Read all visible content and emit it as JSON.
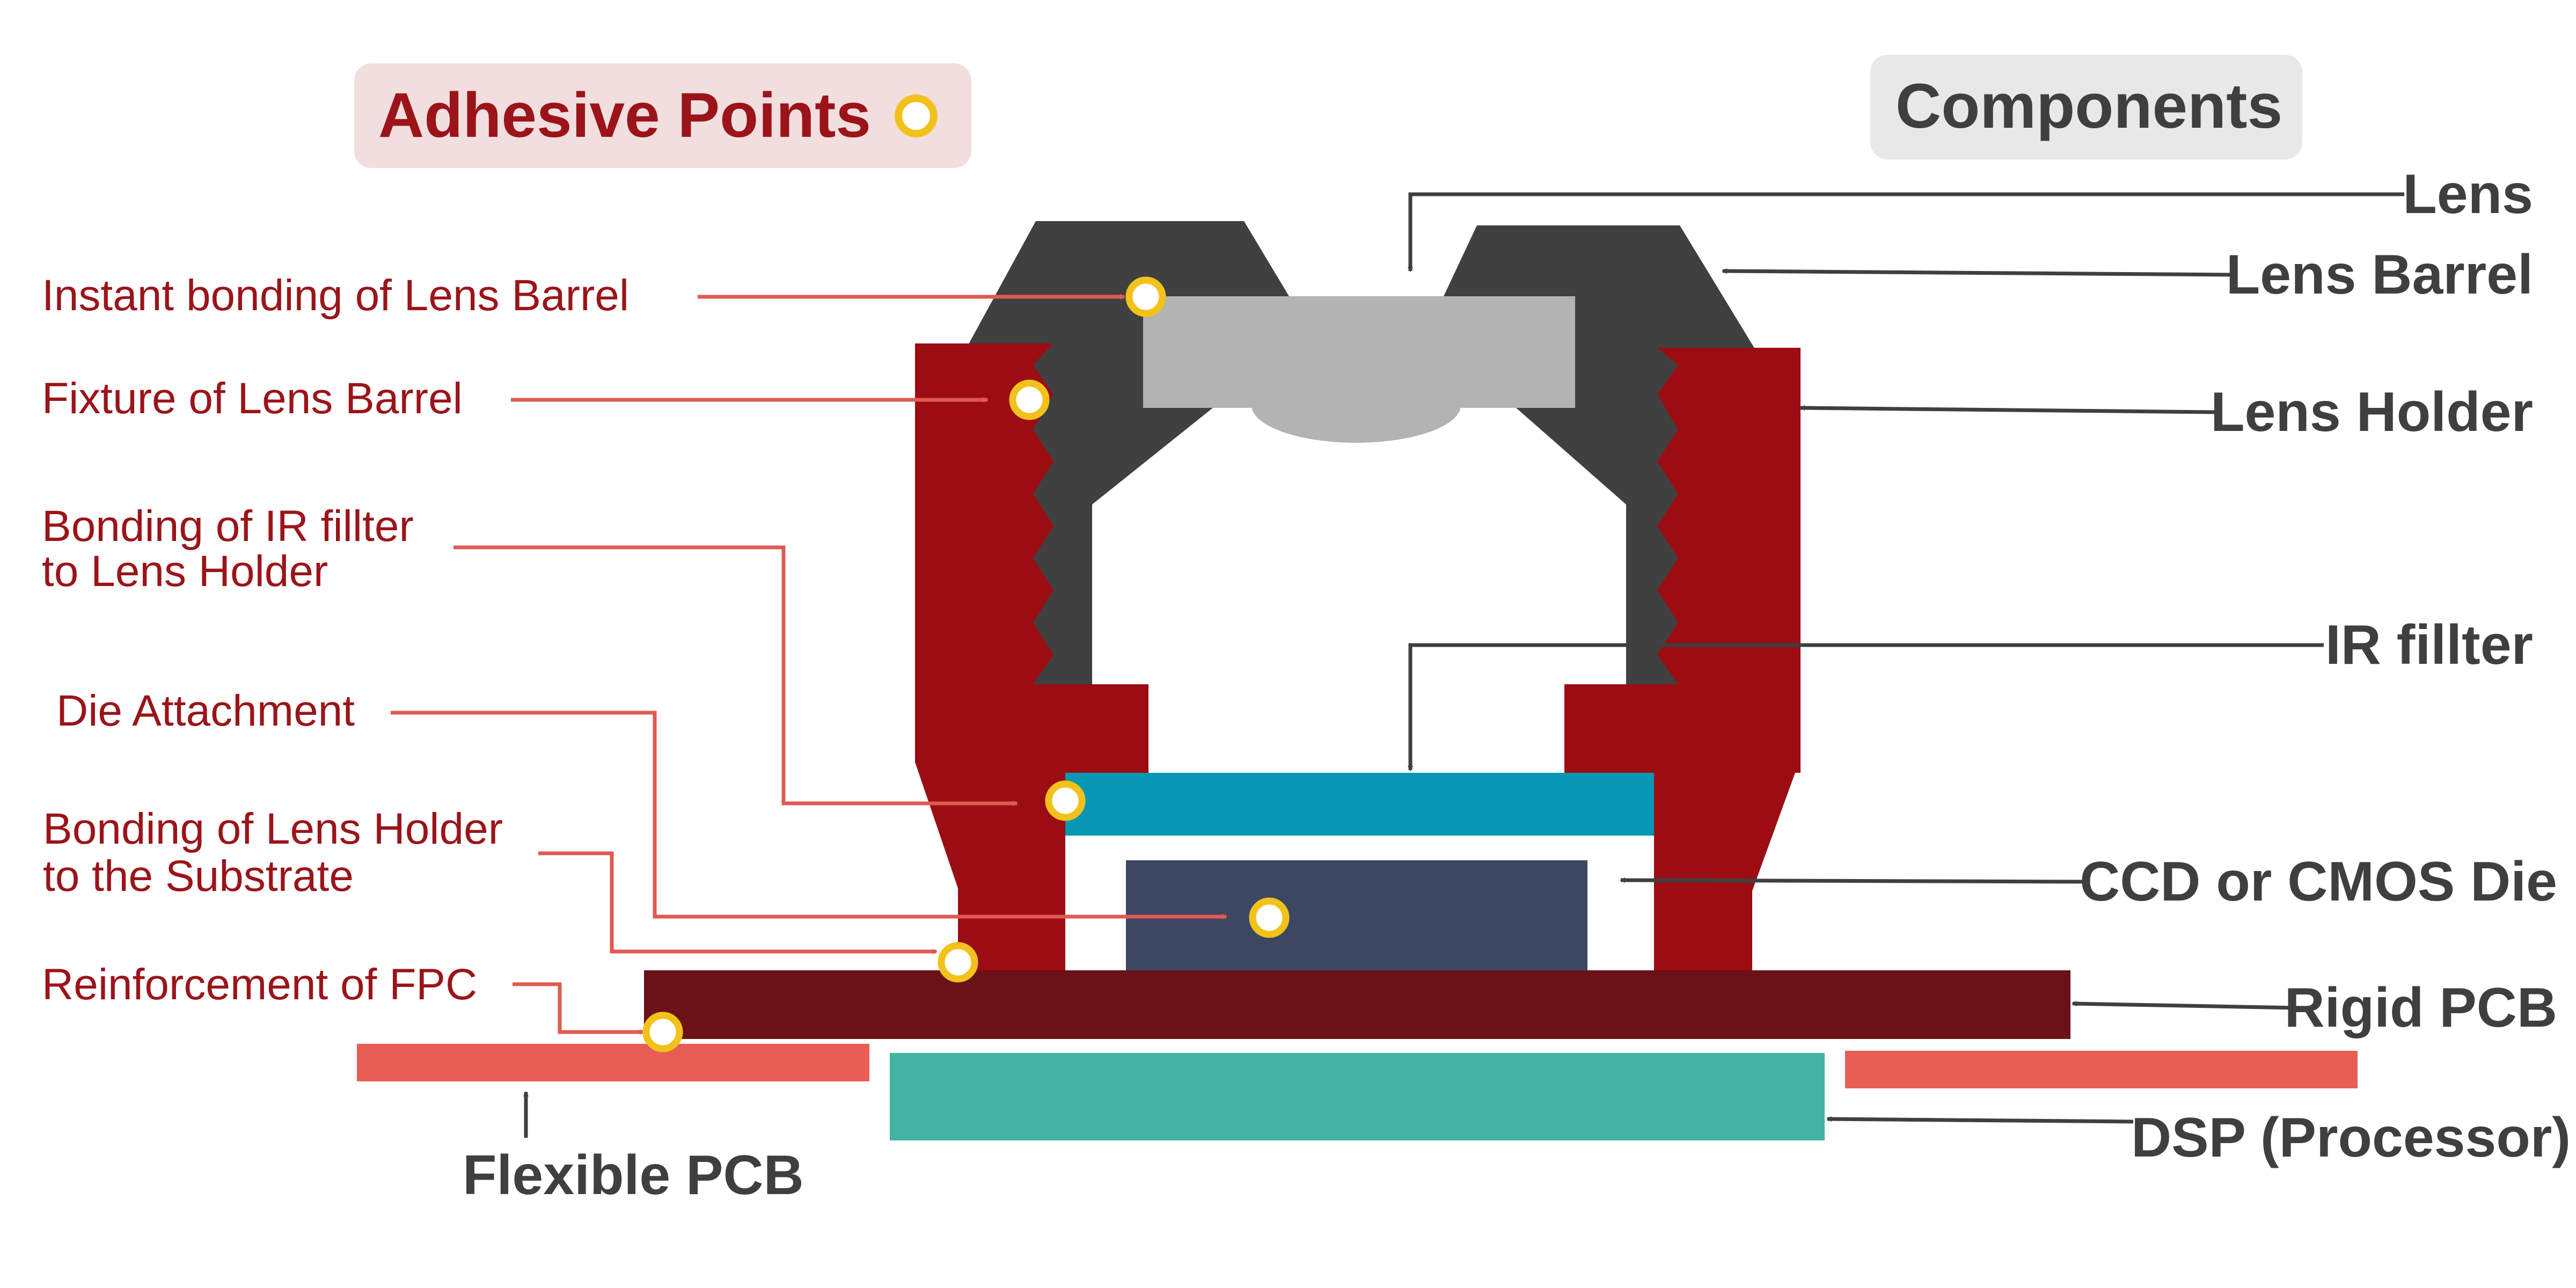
{
  "legend": {
    "adhesive_title": "Adhesive Points",
    "components_title": "Components"
  },
  "adhesive_points": [
    {
      "id": "instant-bonding",
      "lines": [
        "Instant bonding of Lens Barrel"
      ]
    },
    {
      "id": "fixture",
      "lines": [
        "Fixture of Lens Barrel"
      ]
    },
    {
      "id": "ir-bonding",
      "lines": [
        "Bonding of IR fillter",
        "to Lens Holder"
      ]
    },
    {
      "id": "die-attachment",
      "lines": [
        "Die Attachment"
      ]
    },
    {
      "id": "holder-substrate",
      "lines": [
        "Bonding of Lens Holder",
        "to the Substrate"
      ]
    },
    {
      "id": "fpc",
      "lines": [
        "Reinforcement of FPC"
      ]
    }
  ],
  "components": [
    {
      "id": "lens",
      "label": "Lens"
    },
    {
      "id": "lens-barrel",
      "label": "Lens Barrel"
    },
    {
      "id": "lens-holder",
      "label": "Lens Holder"
    },
    {
      "id": "ir-filter",
      "label": "IR fillter"
    },
    {
      "id": "die",
      "label": "CCD or CMOS Die"
    },
    {
      "id": "rigid-pcb",
      "label": "Rigid PCB"
    },
    {
      "id": "dsp",
      "label": "DSP (Processor)"
    },
    {
      "id": "flexible-pcb",
      "label": "Flexible PCB"
    }
  ],
  "colors": {
    "holder_red": "#9b0d12",
    "barrel_gray": "#404040",
    "lens_gray": "#b3b3b3",
    "ir_teal": "#0797b5",
    "die_navy": "#3d4762",
    "rigid_pcb": "#6a1218",
    "flex_pcb": "#e85e54",
    "dsp_green": "#45b3a3",
    "adhesive_dot": "#f2c21b",
    "red_leader": "#e05a52",
    "dark_leader": "#3f3f3f",
    "red_text": "#9b1419",
    "dark_text": "#3f3f3f"
  }
}
